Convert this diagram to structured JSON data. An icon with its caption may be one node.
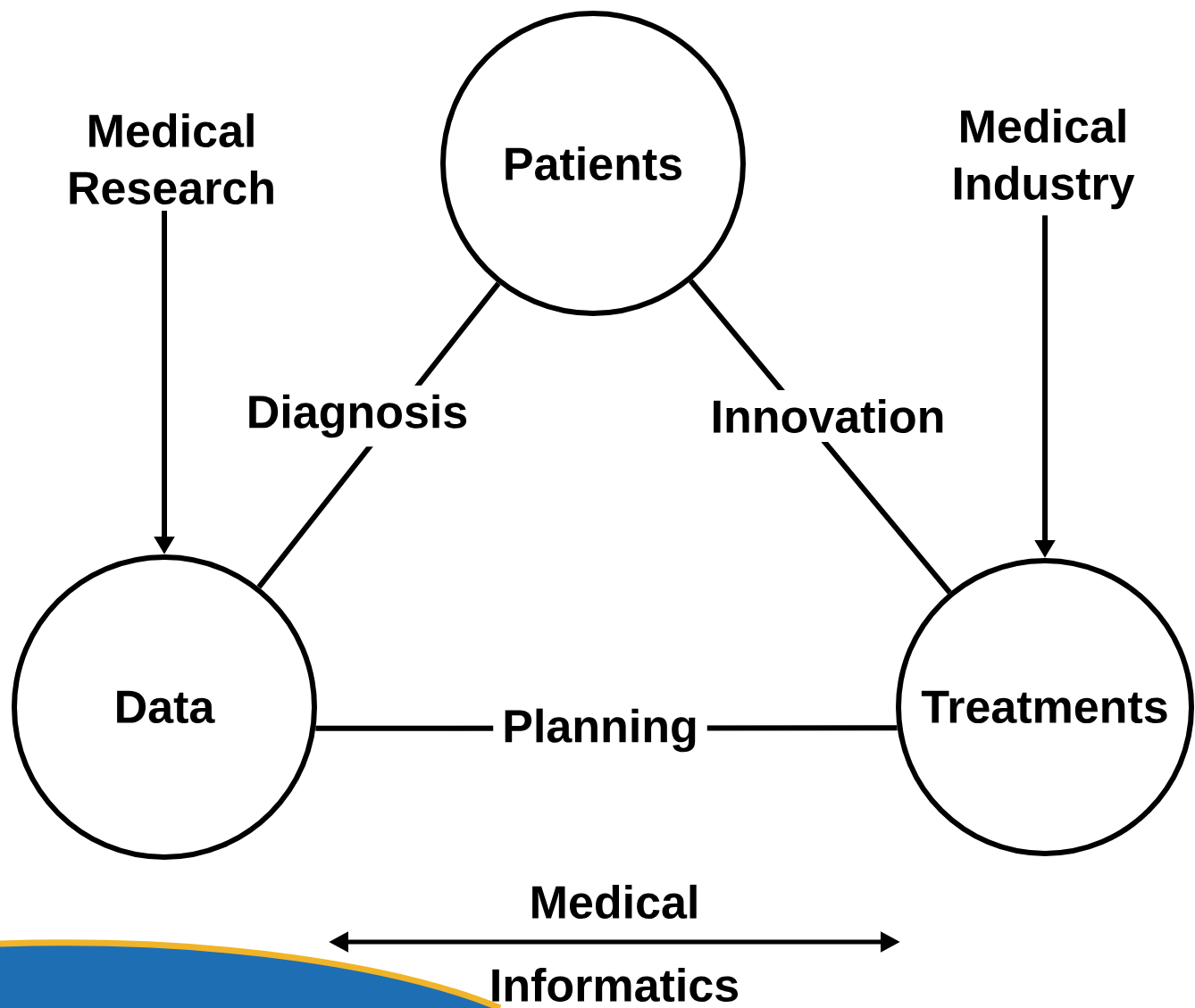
{
  "diagram": {
    "nodes": [
      {
        "text": [
          "Patients"
        ]
      },
      {
        "text": [
          "Medical Research"
        ]
      },
      {
        "text": [
          "Medical Industry"
        ]
      },
      {
        "text": [
          "Data"
        ]
      },
      {
        "text": [
          "Treatments"
        ]
      }
    ],
    "edges": [
      {
        "from": 1,
        "to": 3,
        "arrow": "to"
      },
      {
        "from": 2,
        "to": 4,
        "arrow": "to"
      },
      {
        "from": 0,
        "to": 3,
        "arrow": "none",
        "label": "Diagnosis"
      },
      {
        "from": 0,
        "to": 4,
        "arrow": "none",
        "label": "Innovation"
      },
      {
        "from": 3,
        "to": 4,
        "arrow": "none",
        "label": "Planning"
      }
    ],
    "labels": [
      "Medical",
      "Informatics"
    ]
  }
}
